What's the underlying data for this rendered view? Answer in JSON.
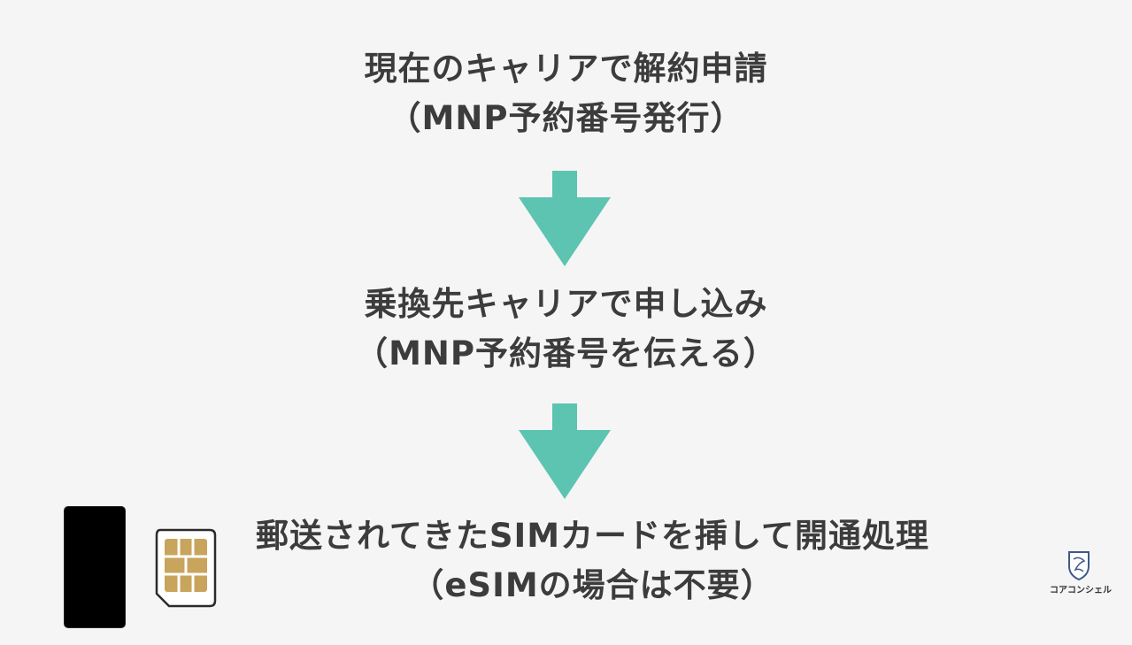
{
  "steps": [
    {
      "line1": "現在のキャリアで解約申請",
      "line2": "（MNP予約番号発行）"
    },
    {
      "line1": "乗換先キャリアで申し込み",
      "line2": "（MNP予約番号を伝える）"
    },
    {
      "line1": "郵送されてきたSIMカードを挿して開通処理",
      "line2": "（eSIMの場合は不要）"
    }
  ],
  "arrows": {
    "color": "#5cc4b1",
    "icon": "down-arrow-icon"
  },
  "illustrations": {
    "phone": {
      "icon": "smartphone-icon",
      "color": "#000000"
    },
    "sim": {
      "icon": "sim-card-icon",
      "chip_color": "#c9a45c"
    }
  },
  "brand": {
    "name": "コアコンシェル",
    "icon": "shield-logo-icon"
  }
}
